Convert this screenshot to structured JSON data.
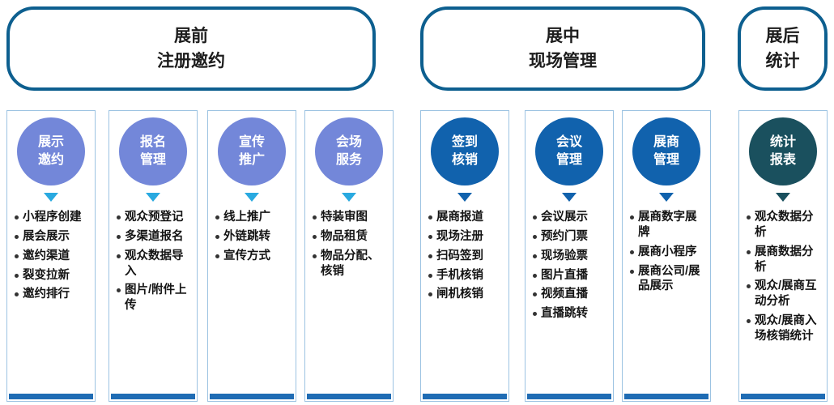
{
  "sections": [
    {
      "title": "展前\n注册邀约",
      "columns": [
        {
          "label": "展示\n邀约",
          "items": [
            "小程序创建",
            "展会展示",
            "邀约渠道",
            "裂变拉新",
            "邀约排行"
          ]
        },
        {
          "label": "报名\n管理",
          "items": [
            "观众预登记",
            "多渠道报名",
            "观众数据导入",
            "图片/附件上传"
          ]
        },
        {
          "label": "宣传\n推广",
          "items": [
            "线上推广",
            "外链跳转",
            "宣传方式"
          ]
        },
        {
          "label": "会场\n服务",
          "items": [
            "特装审图",
            "物品租赁",
            "物品分配、核销"
          ]
        }
      ]
    },
    {
      "title": "展中\n现场管理",
      "columns": [
        {
          "label": "签到\n核销",
          "items": [
            "展商报道",
            "现场注册",
            "扫码签到",
            "手机核销",
            "闸机核销"
          ]
        },
        {
          "label": "会议\n管理",
          "items": [
            "会议展示",
            "预约门票",
            "现场验票",
            "图片直播",
            "视频直播",
            "直播跳转"
          ]
        },
        {
          "label": "展商\n管理",
          "items": [
            "展商数字展牌",
            "展商小程序",
            "展商公司/展品展示"
          ]
        }
      ]
    },
    {
      "title": "展后\n统计",
      "columns": [
        {
          "label": "统计\n报表",
          "items": [
            "观众数据分析",
            "展商数据分析",
            "观众/展商互动分析",
            "观众/展商入场核销统计"
          ]
        }
      ]
    }
  ],
  "colors": {
    "header_border": "#0d5f8f",
    "phase1_circle": "#7387d9",
    "phase2_circle": "#1162ad",
    "phase3_circle": "#1a505e",
    "phase1_triangle": "#29a9e0",
    "phase2_triangle": "#1162ad",
    "phase3_triangle": "#1a505e",
    "column_footer_bar": "#1f6cb4"
  }
}
